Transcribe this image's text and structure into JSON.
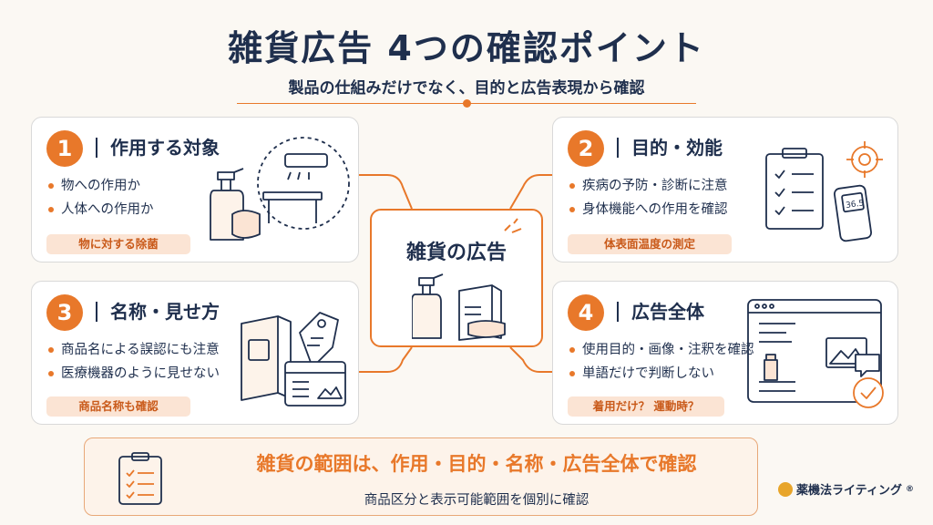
{
  "title": "雑貨広告 4つの確認ポイント",
  "subtitle": "製品の仕組みだけでなく、目的と広告表現から確認",
  "center": {
    "title": "雑貨の広告"
  },
  "cards": [
    {
      "number": "1",
      "title": "作用する対象",
      "bullets": [
        "物への作用か",
        "人体への作用か"
      ],
      "pill": "物に対する除菌"
    },
    {
      "number": "2",
      "title": "目的・効能",
      "bullets": [
        "疾病の予防・診断に注意",
        "身体機能への作用を確認"
      ],
      "pill": "体表面温度の測定",
      "thermometer_reading": "36.5"
    },
    {
      "number": "3",
      "title": "名称・見せ方",
      "bullets": [
        "商品名による誤認にも注意",
        "医療機器のように見せない"
      ],
      "pill": "商品名称も確認"
    },
    {
      "number": "4",
      "title": "広告全体",
      "bullets": [
        "使用目的・画像・注釈を確認",
        "単語だけで判断しない"
      ],
      "pill": "着用だけ？ 運動時？"
    }
  ],
  "bottom": {
    "main": "雑貨の範囲は、作用・目的・名称・広告全体で確認",
    "sub": "商品区分と表示可能範囲を個別に確認"
  },
  "brand": {
    "name": "薬機法ライティング",
    "mark": "®"
  },
  "colors": {
    "accent": "#e8782a",
    "navy": "#1f2f4d",
    "pill_bg": "#fbe4d4"
  }
}
